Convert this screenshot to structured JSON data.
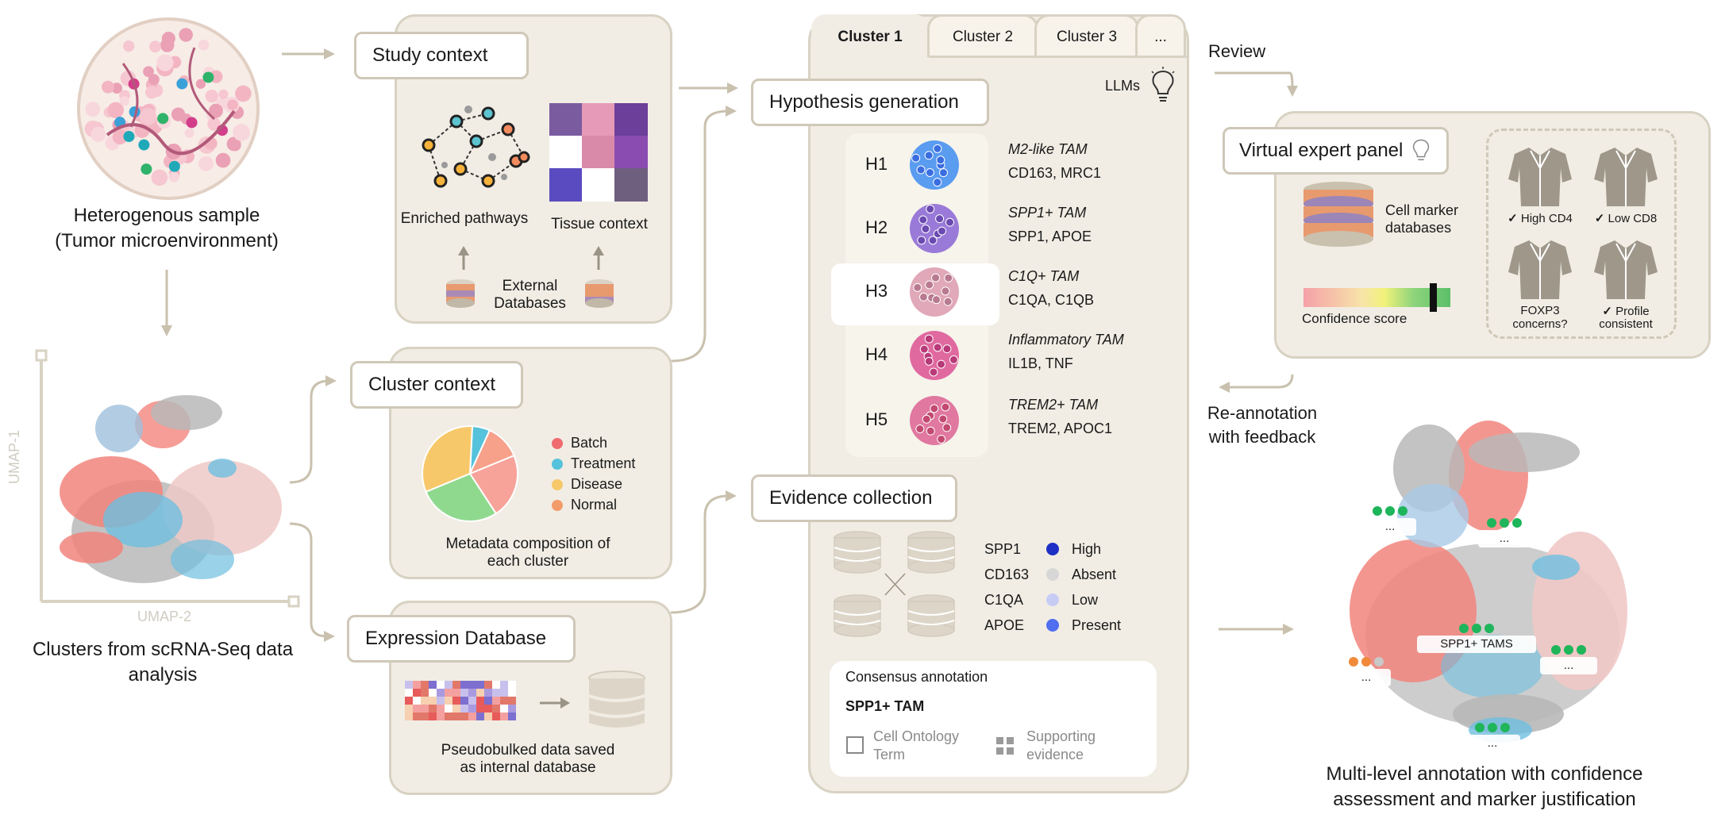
{
  "sample": {
    "line1": "Heterogenous sample",
    "line2": "(Tumor microenvironment)"
  },
  "umap": {
    "ylabel": "UMAP-1",
    "xlabel": "UMAP-2",
    "caption_line1": "Clusters from scRNA-Seq data",
    "caption_line2": "analysis"
  },
  "study": {
    "title": "Study context",
    "pathways": "Enriched pathways",
    "tissue": "Tissue context",
    "external_line1": "External",
    "external_line2": "Databases"
  },
  "cluster_ctx": {
    "title": "Cluster context",
    "legend": [
      {
        "label": "Batch",
        "color": "#ef6b6f"
      },
      {
        "label": "Treatment",
        "color": "#56c2dc"
      },
      {
        "label": "Disease",
        "color": "#f7c86a"
      },
      {
        "label": "Normal",
        "color": "#f39b6a"
      }
    ],
    "caption_line1": "Metadata composition of",
    "caption_line2": "each cluster"
  },
  "expr": {
    "title": "Expression Database",
    "caption_line1": "Pseudobulked data saved",
    "caption_line2": "as internal database"
  },
  "tabs": [
    "Cluster 1",
    "Cluster 2",
    "Cluster 3",
    "..."
  ],
  "llms": "LLMs",
  "hypgen": {
    "title": "Hypothesis generation"
  },
  "hypotheses": [
    {
      "id": "H1",
      "name": "M2-like TAM",
      "markers": "CD163, MRC1"
    },
    {
      "id": "H2",
      "name": "SPP1+ TAM",
      "markers": "SPP1, APOE"
    },
    {
      "id": "H3",
      "name": "C1Q+ TAM",
      "markers": "C1QA, C1QB"
    },
    {
      "id": "H4",
      "name": "Inflammatory TAM",
      "markers": "IL1B, TNF"
    },
    {
      "id": "H5",
      "name": "TREM2+ TAM",
      "markers": "TREM2, APOC1"
    }
  ],
  "evidence": {
    "title": "Evidence collection",
    "genes": [
      "SPP1",
      "CD163",
      "C1QA",
      "APOE"
    ],
    "levels": [
      {
        "label": "High",
        "color": "#1d2fc4"
      },
      {
        "label": "Absent",
        "color": "#d7d7d7"
      },
      {
        "label": "Low",
        "color": "#c7ccf5"
      },
      {
        "label": "Present",
        "color": "#4f6ef0"
      }
    ]
  },
  "consensus": {
    "title": "Consensus annotation",
    "value": "SPP1+ TAM",
    "ontology_line1": "Cell Ontology",
    "ontology_line2": "Term",
    "support_line1": "Supporting",
    "support_line2": "evidence"
  },
  "review": "Review",
  "panel": {
    "title": "Virtual expert panel",
    "db_line1": "Cell marker",
    "db_line2": "databases",
    "confidence": "Confidence score",
    "experts": [
      {
        "check": "✓",
        "line1": "High CD4",
        "line2": ""
      },
      {
        "check": "✓",
        "line1": "Low CD8",
        "line2": ""
      },
      {
        "check": "",
        "line1": "FOXP3",
        "line2": "concerns?"
      },
      {
        "check": "✓",
        "line1": "Profile",
        "line2": "consistent"
      }
    ]
  },
  "reannot": {
    "line1": "Re-annotation",
    "line2": "with feedback"
  },
  "final": {
    "tags": [
      "...",
      "...",
      "SPP1+ TAMS",
      "...",
      "...",
      "..."
    ],
    "caption_line1": "Multi-level annotation with confidence",
    "caption_line2": "assessment and marker justification"
  },
  "colors": {
    "panel": "#f1ede4",
    "border": "#d8d2c3",
    "arrow": "#c9c1ae",
    "red_cluster": "#f2847c",
    "blue_cluster": "#6fbfe0",
    "grey_cluster": "#b8b8b8"
  }
}
